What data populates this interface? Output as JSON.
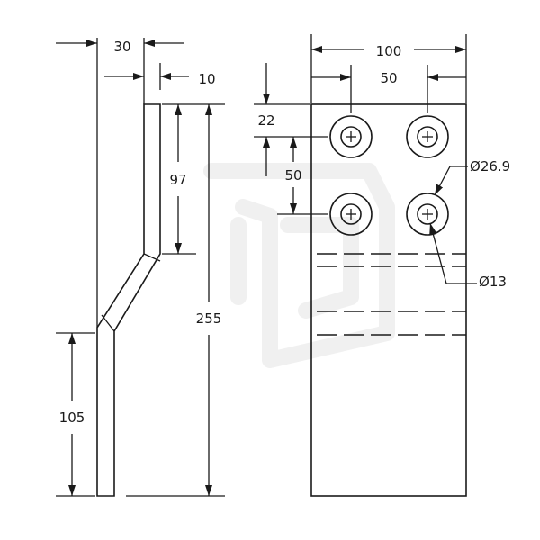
{
  "drawing": {
    "side_view": {
      "thickness": "30",
      "offset": "10",
      "upper_length": "97",
      "total_length": "255",
      "lower_length": "105"
    },
    "front_view": {
      "width": "100",
      "hole_spacing_x": "50",
      "top_margin": "22",
      "hole_spacing_y": "50",
      "outer_diameter": "26.9",
      "inner_diameter": "13",
      "diameter_symbol": "Ø"
    }
  }
}
